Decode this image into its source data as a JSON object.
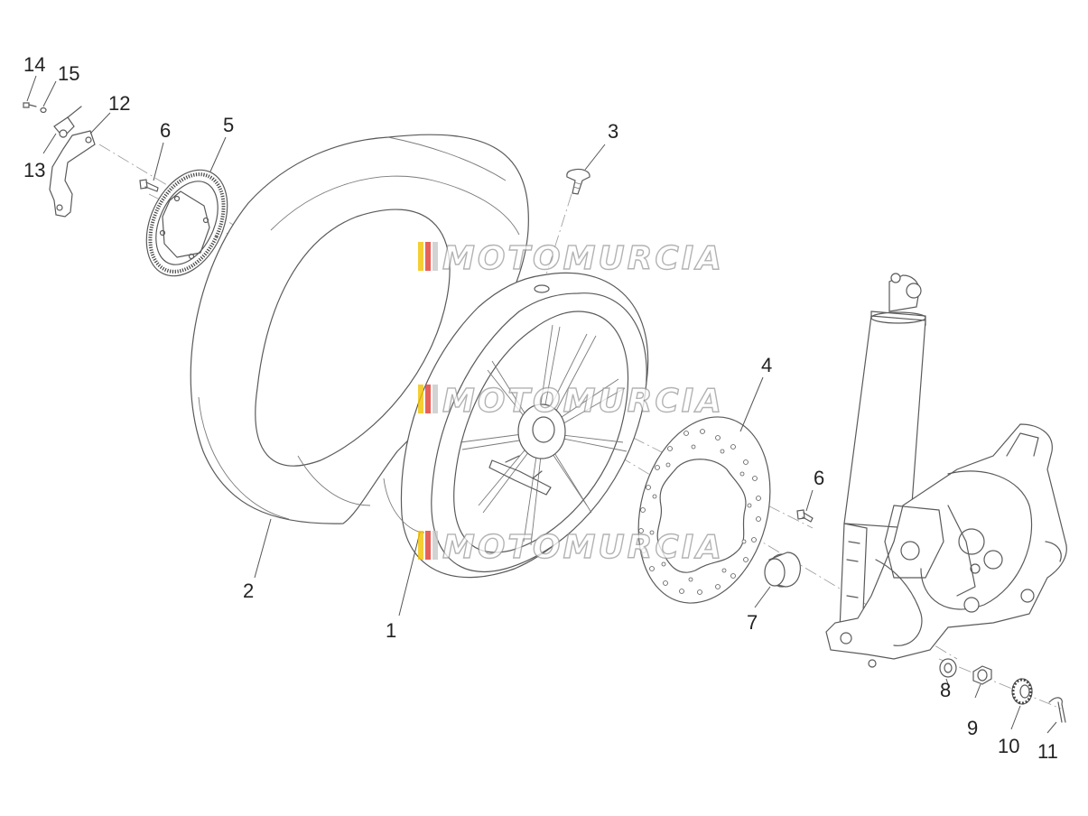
{
  "diagram": {
    "callouts": [
      {
        "id": "1",
        "label": "1"
      },
      {
        "id": "2",
        "label": "2"
      },
      {
        "id": "3",
        "label": "3"
      },
      {
        "id": "4",
        "label": "4"
      },
      {
        "id": "5",
        "label": "5"
      },
      {
        "id": "6a",
        "label": "6"
      },
      {
        "id": "6b",
        "label": "6"
      },
      {
        "id": "7",
        "label": "7"
      },
      {
        "id": "8",
        "label": "8"
      },
      {
        "id": "9",
        "label": "9"
      },
      {
        "id": "10",
        "label": "10"
      },
      {
        "id": "11",
        "label": "11"
      },
      {
        "id": "12",
        "label": "12"
      },
      {
        "id": "13",
        "label": "13"
      },
      {
        "id": "14",
        "label": "14"
      },
      {
        "id": "15",
        "label": "15"
      }
    ],
    "watermark": "MOTOMURCIA",
    "colors": {
      "line": "#5a5a5a",
      "watermark_outline": "#9a9a9a",
      "watermark_stripes": [
        "#f2c200",
        "#e03a2f",
        "#c8c8c8"
      ]
    },
    "parts_icons": [
      "tire-icon",
      "rim-icon",
      "tone-wheel-icon",
      "brake-disc-icon",
      "shock-absorber-icon",
      "caliper-icon",
      "bracket-icon",
      "bolt-icon",
      "nut-icon",
      "spacer-icon",
      "cotter-pin-icon"
    ]
  }
}
